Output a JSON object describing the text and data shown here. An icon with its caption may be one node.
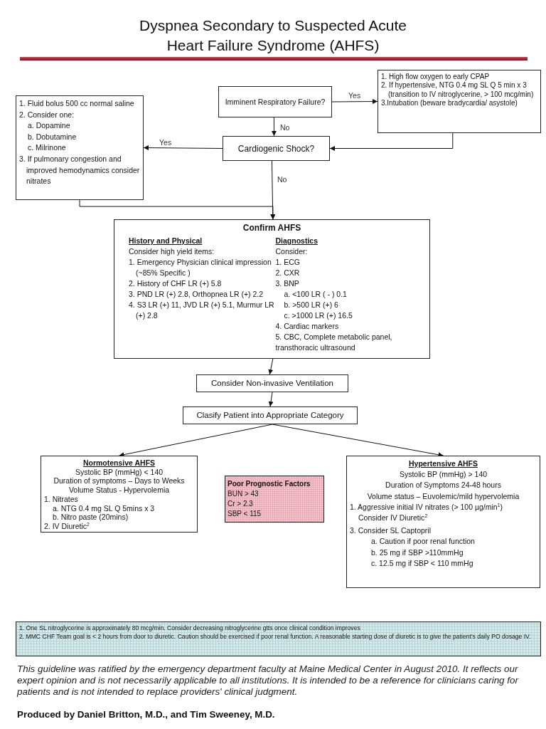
{
  "diagram": {
    "title": "Dyspnea Secondary to Suspected Acute Heart Failure Syndrome (AHFS)",
    "nodes": [
      {
        "text": [
          "Imminent Respiratory Failure?"
        ]
      },
      {
        "text": [
          "1. High flow oxygen to early CPAP",
          "2. If hypertensive, NTG 0.4 mg SL Q 5 min x 3 (transition to IV nitroglycerine, > 100 mcg/min)",
          "3.Intubation (beware bradycardia/ asystole)"
        ]
      },
      {
        "text": [
          "Cardiogenic Shock?"
        ]
      },
      {
        "text": [
          "1. Fluid bolus 500 cc normal saline",
          "2. Consider one:",
          "a. Dopamine",
          "b. Dobutamine",
          "c. Milrinone",
          "3. If pulmonary congestion and improved hemodynamics consider nitrates"
        ]
      },
      {
        "text": [
          "Confirm AHFS",
          "History and Physical",
          "Consider high yield items:",
          "1. Emergency Physician clinical impression (~85% Specific )",
          "2. History of CHF LR (+) 5.8",
          "3. PND LR (+) 2.8, Orthopnea LR (+) 2.2",
          "4. S3 LR (+) 11, JVD LR (+) 5.1, Murmur LR (+) 2.8",
          "Diagnostics",
          "Consider:",
          "1. ECG",
          "2. CXR",
          "3. BNP",
          "a. <100 LR ( - ) 0.1",
          "b. >500 LR (+) 6",
          "c. >1000 LR (+) 16.5",
          "4. Cardiac markers",
          "5. CBC, Complete metabolic panel, transthoracic ultrasound"
        ]
      },
      {
        "text": [
          "Consider Non-invasive Ventilation"
        ]
      },
      {
        "text": [
          "Clasify Patient into Appropriate Category"
        ]
      },
      {
        "text": [
          "Normotensive AHFS",
          "Systolic BP (mmHg) < 140",
          "Duration of symptoms – Days to Weeks",
          "Volume Status - Hypervolemia",
          "1. Nitrates",
          "a. NTG 0.4 mg SL Q 5mins x 3",
          "b. Nitro paste (20mins)",
          "2. IV Diuretic$^{2}$"
        ]
      },
      {
        "text": [
          "Poor Prognostic Factors",
          "BUN > 43",
          "Cr > 2.3",
          "SBP < 115"
        ]
      },
      {
        "text": [
          "Hypertensive AHFS",
          "Systolic BP (mmHg) > 140",
          "Duration of Symptoms 24-48 hours",
          "Volume status – Euvolemic/mild hypervolemia",
          "1. Aggressive initial IV nitrates (> 100 µg/min$^{1}$)",
          "Consider IV Diuretic$^{2}$",
          "3. Consider SL Captopril",
          "a. Caution if poor renal function",
          "b. 25 mg if SBP >110mmHg",
          "c. 12.5 mg if SBP < 110 mmHg"
        ]
      },
      {
        "text": [
          "1. One SL nitroglycerine is approximately 80 mcg/min. Consider decreasing nitroglycerine gtts once clinical condition improves",
          "2. MMC CHF Team goal is < 2 hours from door to diuretic. Caution should be exercised if poor renal function. A reasonable starting dose of diuretic is to give the patient's daily PO dosage IV."
        ]
      }
    ],
    "edges": [
      {
        "from": 0,
        "to": 1,
        "arrow": "to",
        "label": "Yes"
      },
      {
        "from": 0,
        "to": 2,
        "arrow": "to",
        "label": "No"
      },
      {
        "from": 1,
        "to": 2,
        "arrow": "to"
      },
      {
        "from": 2,
        "to": 3,
        "arrow": "to",
        "label": "Yes"
      },
      {
        "from": 2,
        "to": 4,
        "arrow": "to",
        "label": "No"
      },
      {
        "from": 3,
        "to": 4,
        "arrow": "to"
      },
      {
        "from": 4,
        "to": 5,
        "arrow": "to"
      },
      {
        "from": 5,
        "to": 6,
        "arrow": "to"
      },
      {
        "from": 6,
        "to": 7,
        "arrow": "to"
      },
      {
        "from": 6,
        "to": 9,
        "arrow": "to"
      }
    ],
    "labels": [
      "This guideline was ratified by the emergency department faculty at Maine Medical Center in August 2010. It reflects our expert opinion and is not necessarily applicable to all institutions. It is intended to be a reference for clinicians caring for patients and is not intended to replace providers' clinical judgment.",
      "Produced by Daniel Britton, M.D., and Tim Sweeney, M.D."
    ]
  }
}
